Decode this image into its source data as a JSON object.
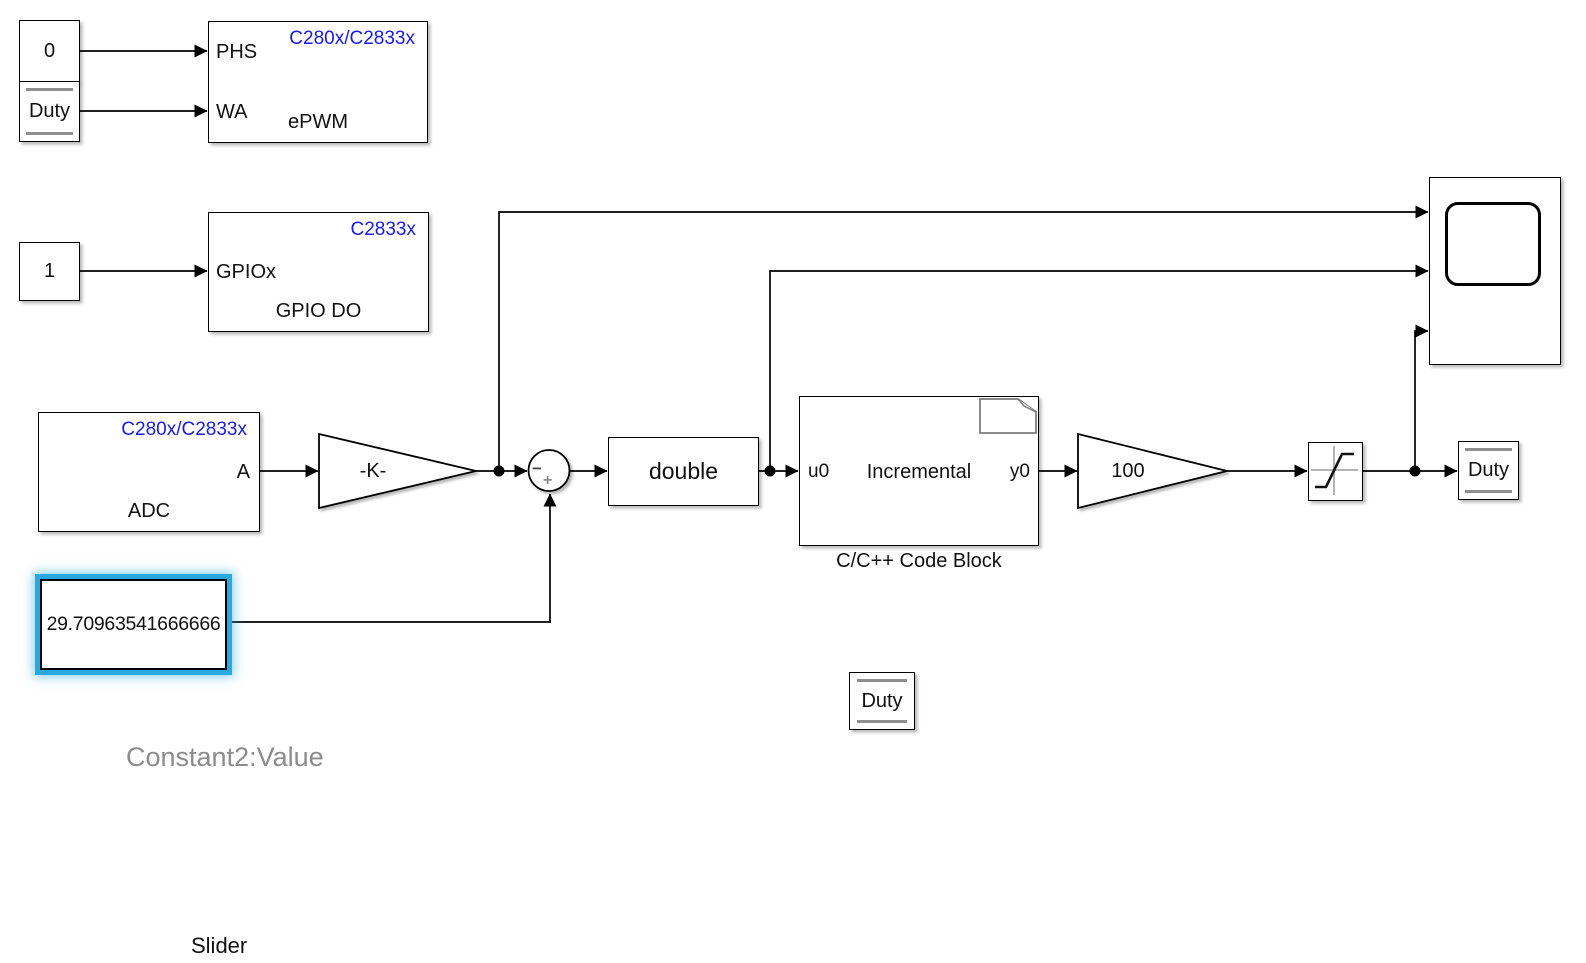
{
  "diagram": {
    "blocks": {
      "constant_zero": {
        "value": "0"
      },
      "from_duty_top": {
        "label": "Duty"
      },
      "epwm": {
        "tag": "C280x/C2833x",
        "port_phs": "PHS",
        "port_wa": "WA",
        "name": "ePWM"
      },
      "constant_one": {
        "value": "1"
      },
      "gpio": {
        "tag": "C2833x",
        "port_gpiox": "GPIOx",
        "name": "GPIO DO"
      },
      "adc": {
        "tag": "C280x/C2833x",
        "port_a": "A",
        "name": "ADC"
      },
      "gain_k": {
        "label": "-K-"
      },
      "sum": {
        "sign_minus": "−",
        "sign_plus": "+"
      },
      "convert": {
        "label": "double"
      },
      "code_block": {
        "port_in": "u0",
        "title": "Incremental",
        "port_out": "y0",
        "caption": "C/C++ Code Block"
      },
      "gain_100": {
        "label": "100"
      },
      "goto_duty_right": {
        "label": "Duty"
      },
      "constant2": {
        "value": "29.70963541666666"
      },
      "tag_duty_mid": {
        "label": "Duty"
      }
    },
    "annotations": {
      "constant2_value_label": "Constant2:Value",
      "slider_label": "Slider"
    },
    "colors": {
      "tag_blue": "#1a1ae6",
      "selection_highlight": "#29a9e1",
      "annotation_gray": "#8c8c8c",
      "line_black": "#000000"
    }
  }
}
